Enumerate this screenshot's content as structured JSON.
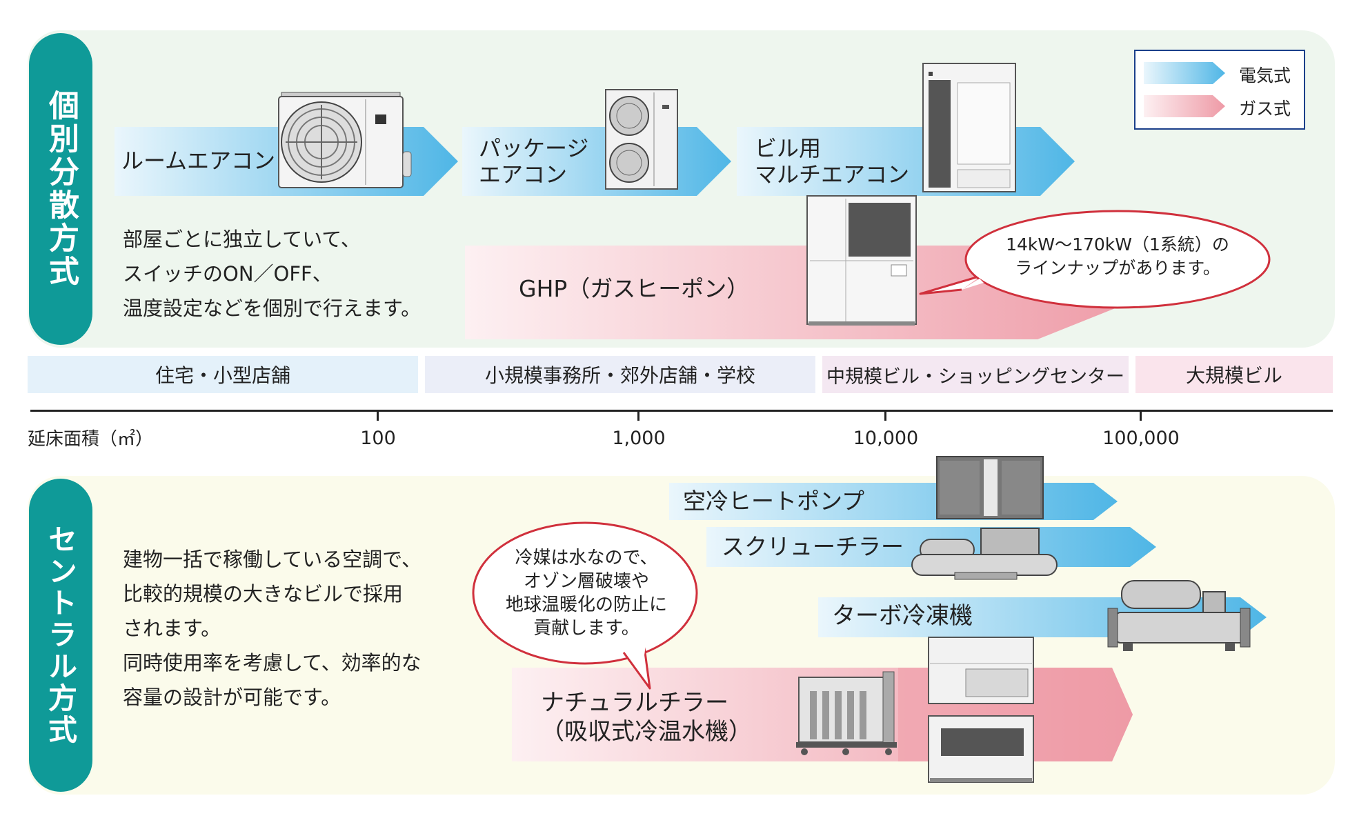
{
  "top_section": {
    "tab_label": "個別分散方式",
    "description": "部屋ごとに独立していて、\nスイッチのON／OFF、\n温度設定などを個別で行えます。",
    "electric_arrows": [
      {
        "label": "ルームエアコン"
      },
      {
        "label": "パッケージ\nエアコン"
      },
      {
        "label": "ビル用\nマルチエアコン"
      }
    ],
    "gas_arrow": {
      "label": "GHP（ガスヒーポン）"
    },
    "bubble": "14kW～170kW（1系統）の\nラインナップがあります。"
  },
  "legend": {
    "electric": {
      "label": "電気式",
      "color": "#5bbde9"
    },
    "gas": {
      "label": "ガス式",
      "color": "#f0a0ac"
    }
  },
  "scale_bands": [
    {
      "label": "住宅・小型店舗",
      "color": "#e4f1fa"
    },
    {
      "label": "小規模事務所・郊外店舗・学校",
      "color": "#ebeef8"
    },
    {
      "label": "中規模ビル・ショッピングセンター",
      "color": "#f4e8f2"
    },
    {
      "label": "大規模ビル",
      "color": "#fae4ec"
    }
  ],
  "axis": {
    "label": "延床面積（㎡）",
    "ticks": [
      "100",
      "1,000",
      "10,000",
      "100,000"
    ]
  },
  "bottom_section": {
    "tab_label": "セントラル方式",
    "description": "建物一括で稼働している空調で、\n比較的規模の大きなビルで採用\nされます。\n同時使用率を考慮して、効率的な\n容量の設計が可能です。",
    "electric_arrows": [
      {
        "label": "空冷ヒートポンプ"
      },
      {
        "label": "スクリューチラー"
      },
      {
        "label": "ターボ冷凍機"
      }
    ],
    "gas_arrow": {
      "label": "ナチュラルチラー\n（吸収式冷温水機）"
    },
    "bubble": "冷媒は水なので、\nオゾン層破壊や\n地球温暖化の防止に\n貢献します。"
  },
  "colors": {
    "teal": "#0f9a98",
    "top_panel_bg": "#eef6ee",
    "bottom_panel_bg": "#fbfbeb",
    "bubble_border": "#d0303c"
  }
}
